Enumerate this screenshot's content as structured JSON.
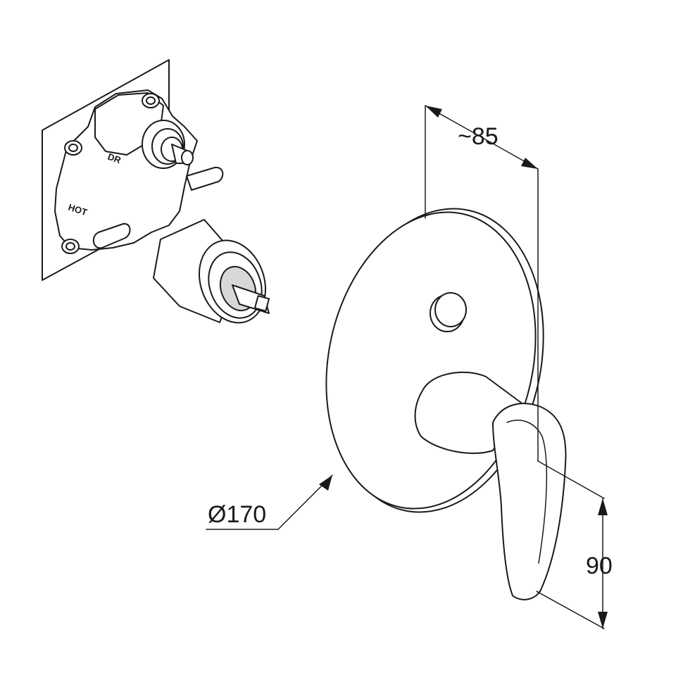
{
  "dimensions": {
    "depth": "~85",
    "diameter": "Ø170",
    "height": "90"
  },
  "valve_markings": {
    "top": "DR",
    "side": "HOT"
  },
  "colors": {
    "line": "#1a1a1a",
    "background": "#ffffff",
    "shade": "#d8d8d8"
  }
}
